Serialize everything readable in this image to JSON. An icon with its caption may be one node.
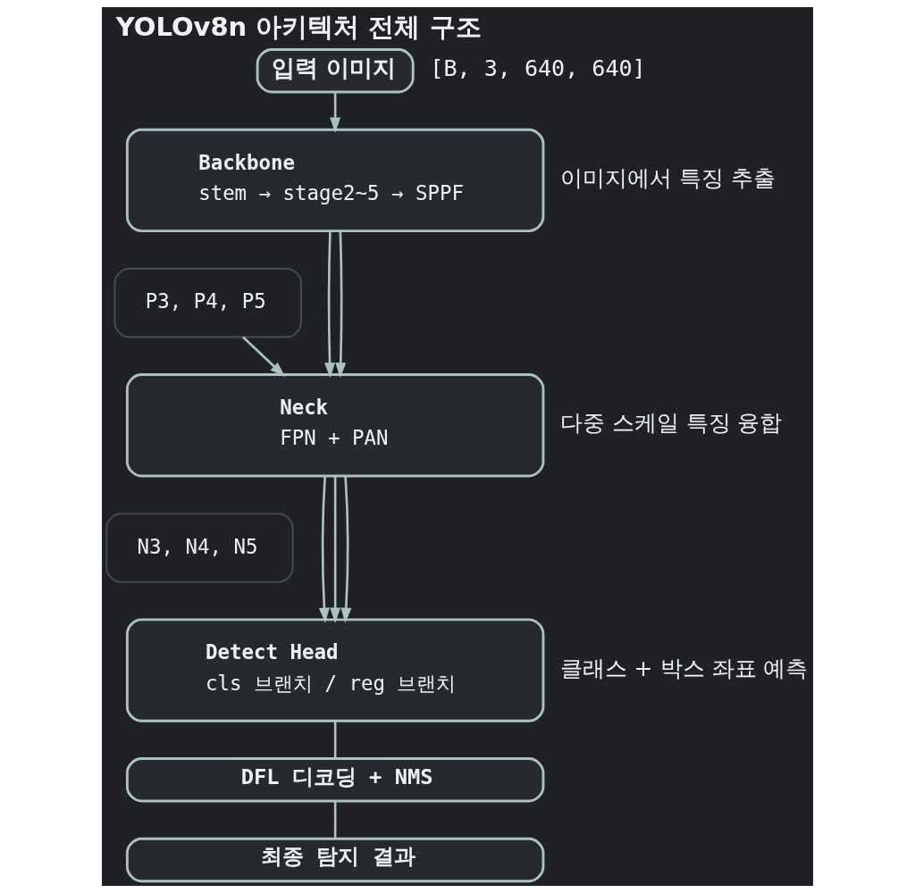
{
  "diagram": {
    "title": "YOLOv8n 아키텍처 전체 구조",
    "nodes": [
      {
        "text": [
          "입력 이미지"
        ],
        "beside": [
          "[B, 3, 640, 640]"
        ]
      },
      {
        "text": [
          "Backbone",
          "stem → stage2~5 → SPPF"
        ],
        "beside": [
          "이미지에서 특징 추출"
        ]
      },
      {
        "text": [
          "P3, P4, P5"
        ]
      },
      {
        "text": [
          "Neck",
          "FPN + PAN"
        ],
        "beside": [
          "다중 스케일 특징 융합"
        ]
      },
      {
        "text": [
          "N3, N4, N5"
        ]
      },
      {
        "text": [
          "Detect Head",
          "cls 브랜치 / reg 브랜치"
        ],
        "beside": [
          "클래스 + 박스 좌표 예측"
        ]
      },
      {
        "text": [
          "DFL 디코딩 + NMS"
        ]
      },
      {
        "text": [
          "최종 탐지 결과"
        ]
      }
    ],
    "edges": [
      {
        "from": 0,
        "to": 1,
        "arrow": "to"
      },
      {
        "from": 1,
        "to": 3,
        "arrow": "to"
      },
      {
        "from": 1,
        "to": 3,
        "arrow": "to"
      },
      {
        "from": 2,
        "to": 3,
        "arrow": "to"
      },
      {
        "from": 3,
        "to": 5,
        "arrow": "to"
      },
      {
        "from": 3,
        "to": 5,
        "arrow": "to"
      },
      {
        "from": 3,
        "to": 5,
        "arrow": "to"
      },
      {
        "from": 5,
        "to": 6,
        "arrow": "none"
      },
      {
        "from": 6,
        "to": 7,
        "arrow": "none"
      }
    ]
  }
}
